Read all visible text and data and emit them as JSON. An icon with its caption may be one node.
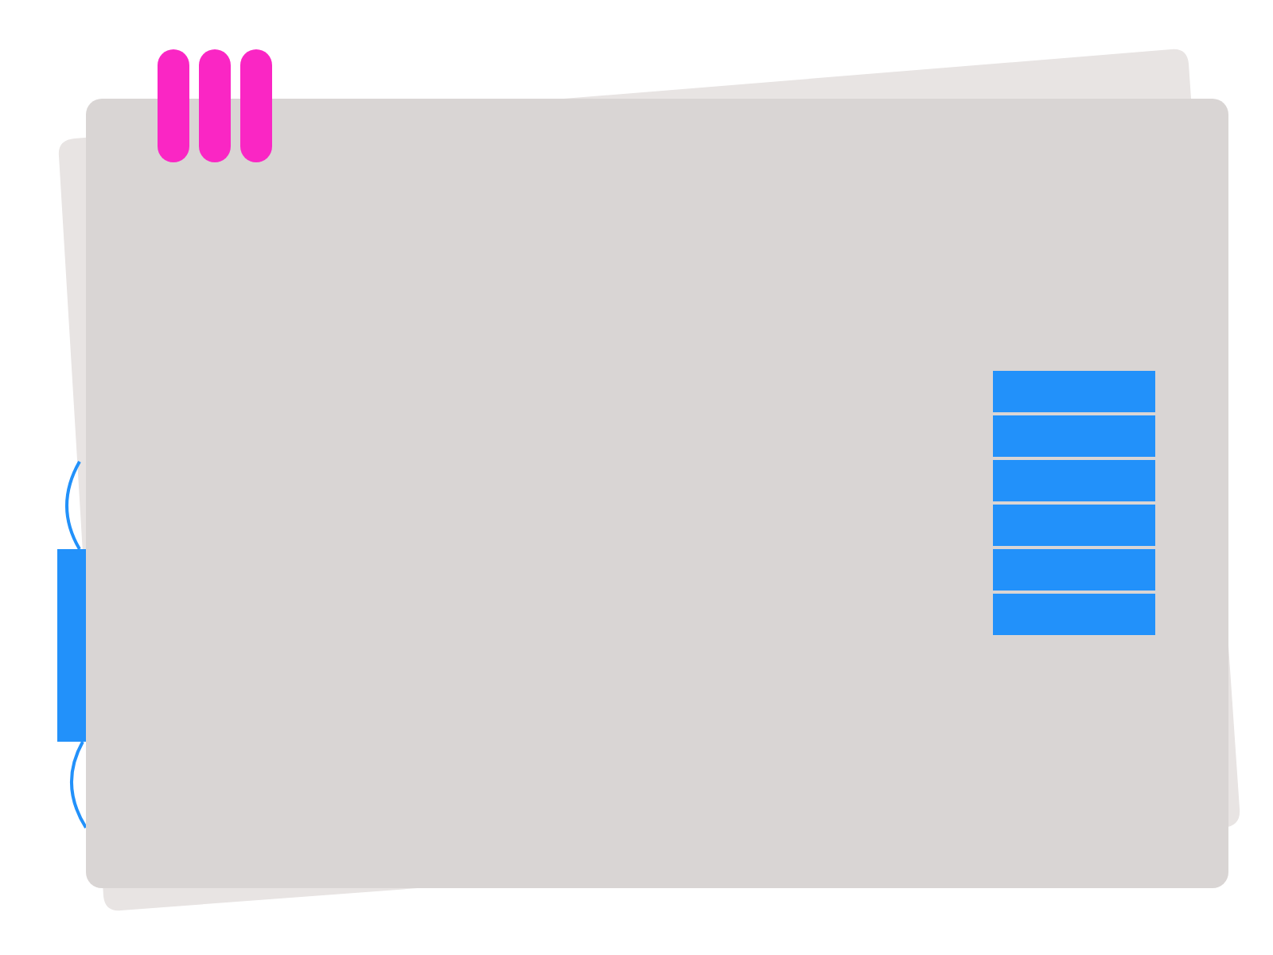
{
  "diagram": {
    "nodes": [
      {
        "text": [],
        "shape": "box"
      },
      {
        "text": [],
        "shape": "bar",
        "in": 0
      },
      {
        "text": [],
        "shape": "bar",
        "in": 0
      },
      {
        "text": [],
        "shape": "bar",
        "in": 0
      },
      {
        "text": [],
        "shape": "bar",
        "in": 0
      },
      {
        "text": [],
        "shape": "bar",
        "in": 0
      },
      {
        "text": [],
        "shape": "bar",
        "in": 0
      }
    ]
  }
}
